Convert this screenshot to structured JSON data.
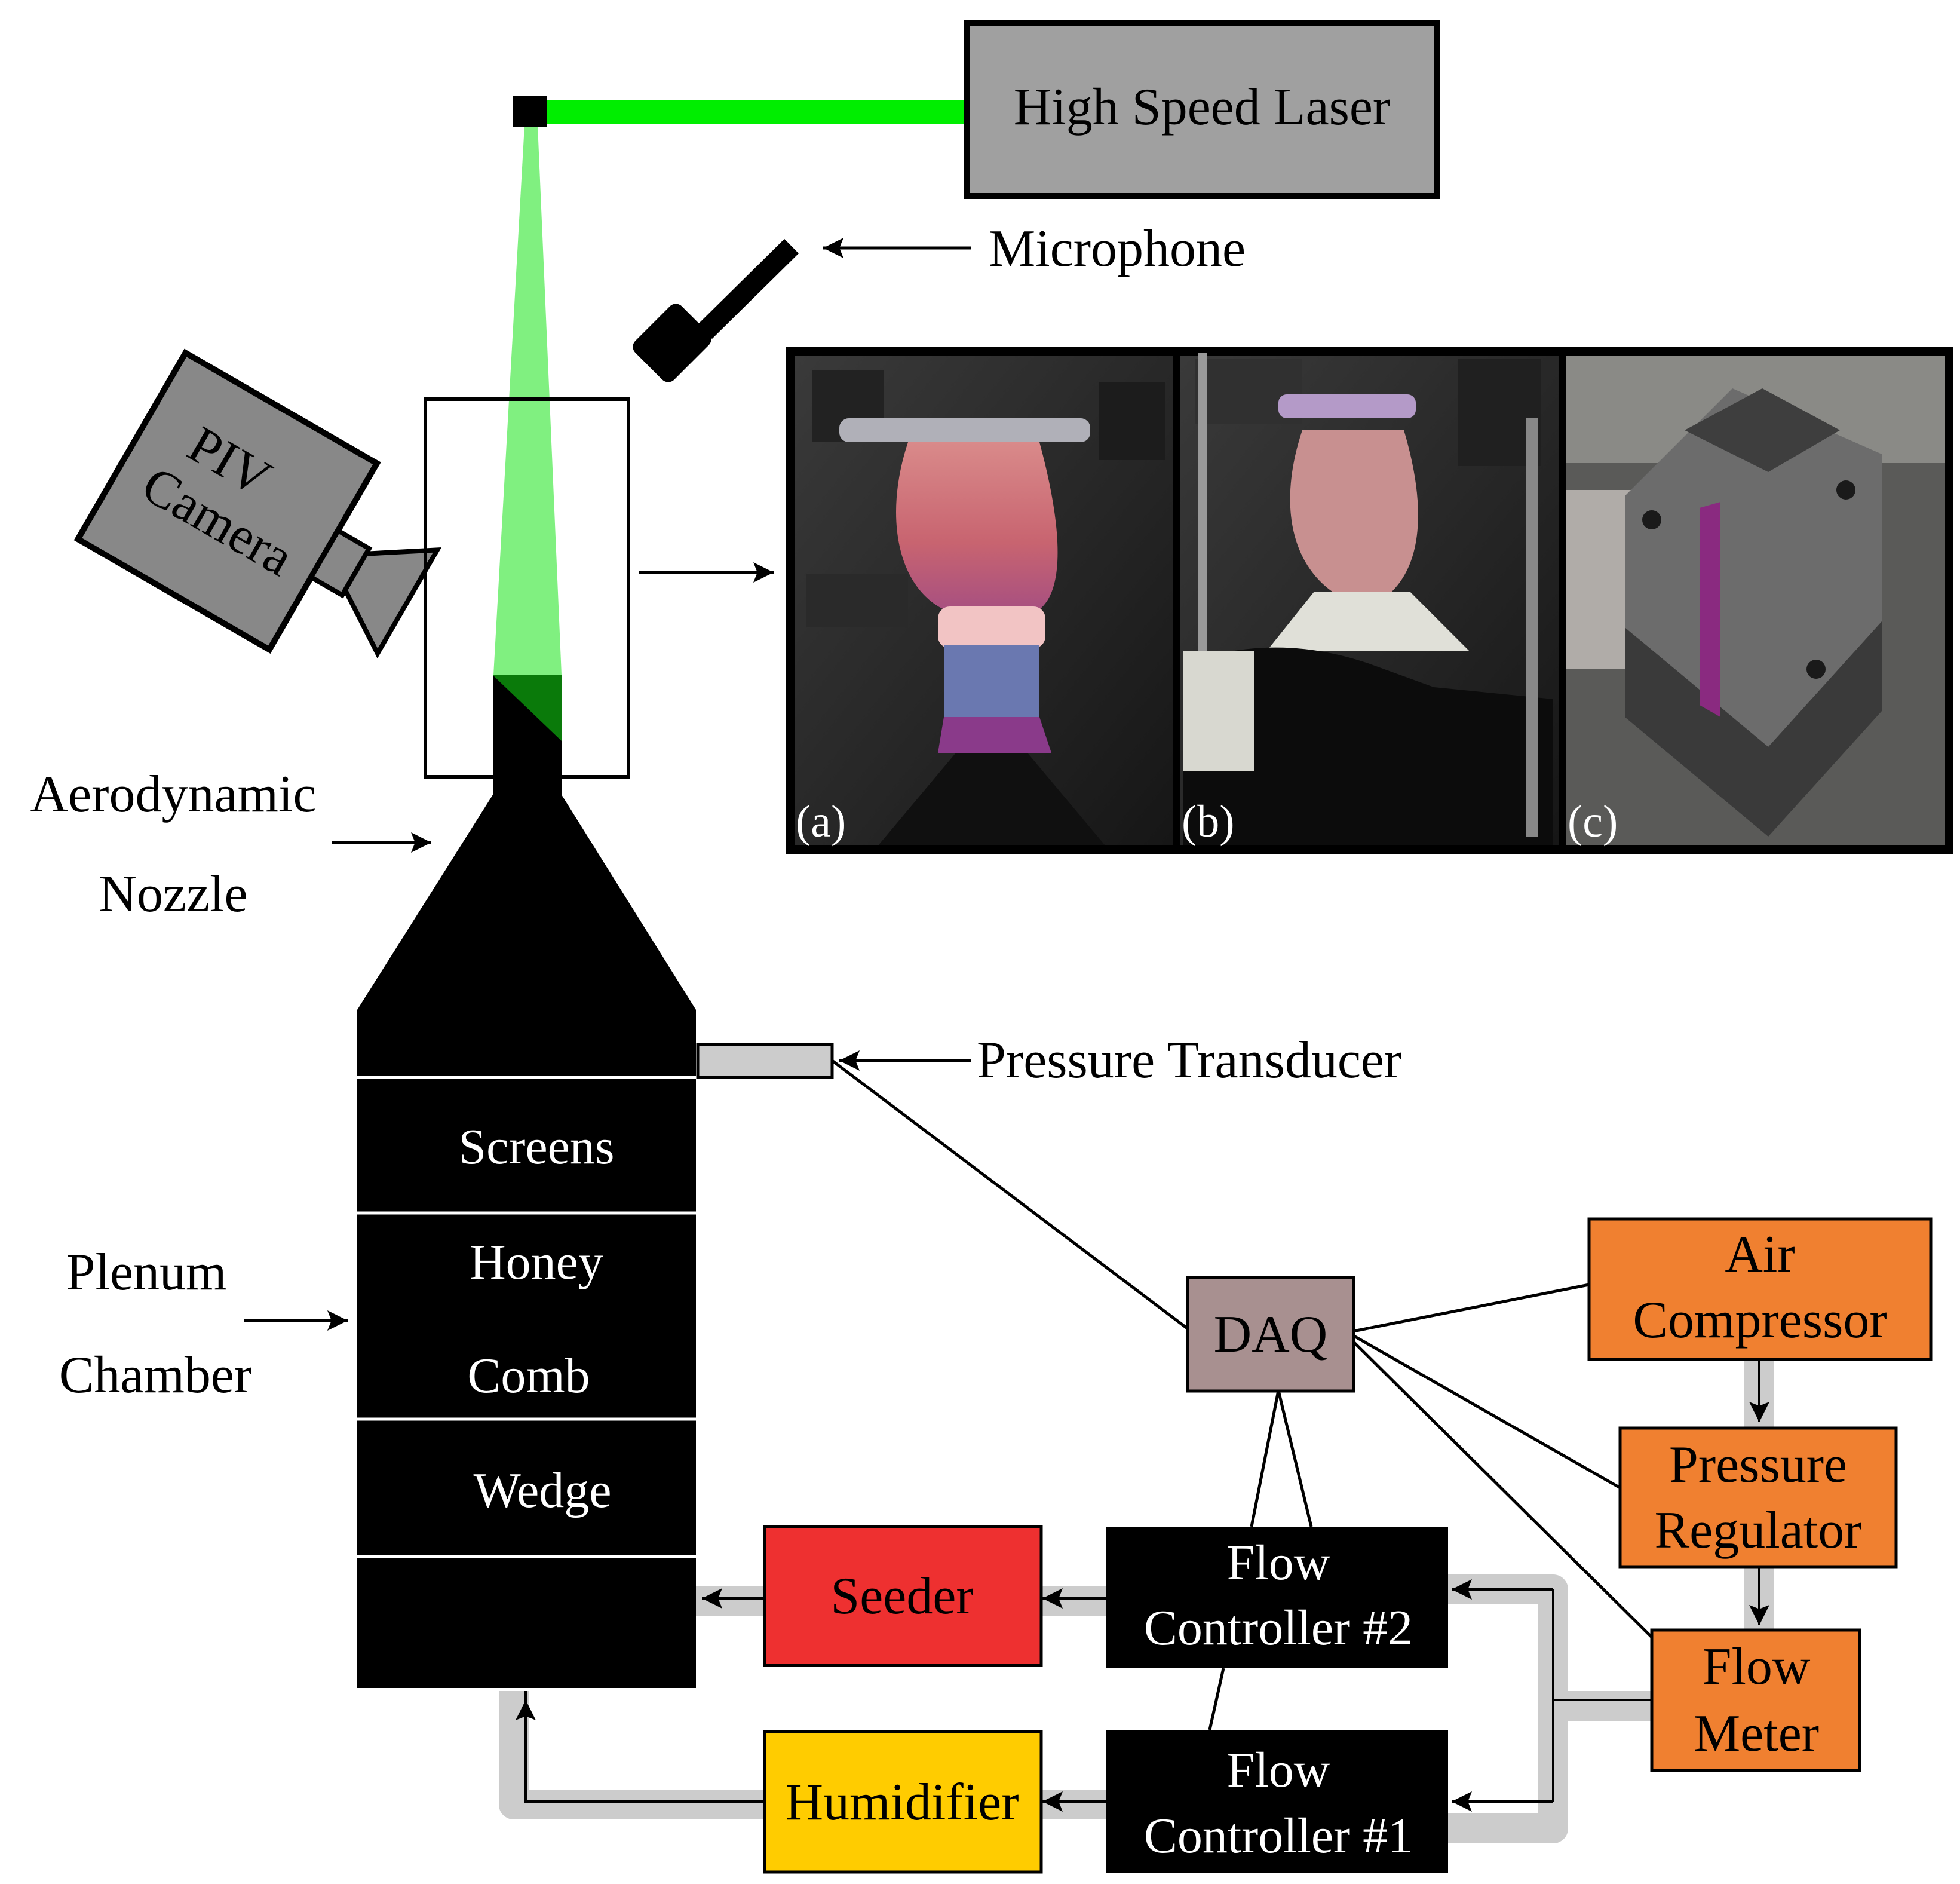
{
  "labels": {
    "high_speed_laser": "High Speed Laser",
    "microphone": "Microphone",
    "piv_camera_line1": "PIV",
    "piv_camera_line2": "Camera",
    "aerodynamic_nozzle_line1": "Aerodynamic",
    "aerodynamic_nozzle_line2": "Nozzle",
    "plenum_chamber_line1": "Plenum",
    "plenum_chamber_line2": "Chamber",
    "pressure_transducer": "Pressure Transducer",
    "screens": "Screens",
    "honeycomb_line1": "Honey",
    "honeycomb_line2": "Comb",
    "wedge": "Wedge",
    "daq": "DAQ",
    "air_compressor_line1": "Air",
    "air_compressor_line2": "Compressor",
    "pressure_regulator_line1": "Pressure",
    "pressure_regulator_line2": "Regulator",
    "flow_meter_line1": "Flow",
    "flow_meter_line2": "Meter",
    "seeder": "Seeder",
    "humidifier": "Humidifier",
    "flow_controller_2_line1": "Flow",
    "flow_controller_2_line2": "Controller #2",
    "flow_controller_1_line1": "Flow",
    "flow_controller_1_line2": "Controller #1"
  },
  "photos": [
    {
      "label": "(a)"
    },
    {
      "label": "(b)"
    },
    {
      "label": "(c)"
    }
  ],
  "colors": {
    "laser_beam": "#00ee00",
    "light_sheet": "#80f080",
    "laser_box": "#a0a0a0",
    "camera_body": "#888888",
    "daq": "#a89090",
    "air_compressor": "#f08030",
    "pressure_regulator": "#f08030",
    "flow_meter": "#f08030",
    "seeder": "#ee3030",
    "humidifier": "#ffcc00",
    "pipe": "#cccccc"
  }
}
